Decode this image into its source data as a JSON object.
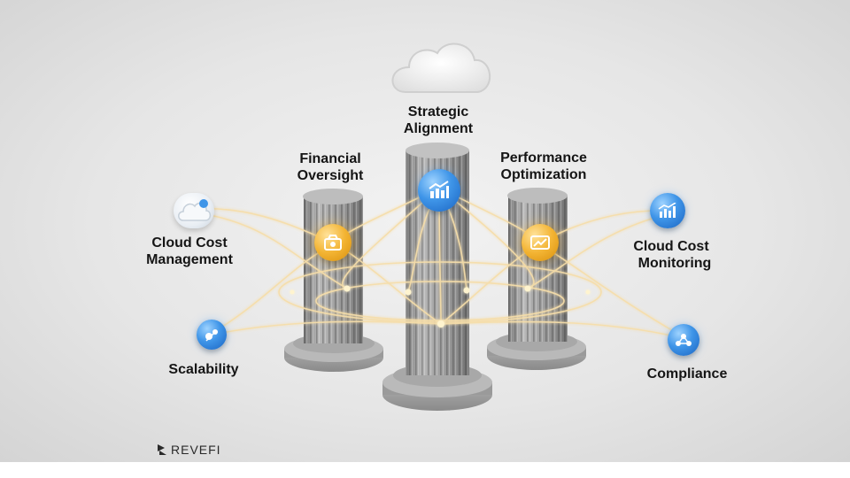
{
  "diagram": {
    "top_node": {
      "label_line1": "Strategic",
      "label_line2": "Alignment",
      "icon": "chart-icon"
    },
    "left_pillar": {
      "label_line1": "Financial",
      "label_line2": "Oversight",
      "icon": "coins-icon"
    },
    "right_pillar": {
      "label_line1": "Performance",
      "label_line2": "Optimization",
      "icon": "trend-icon"
    },
    "outer_nodes": [
      {
        "label_line1": "Cloud Cost",
        "label_line2": "Management",
        "icon": "cloud-icon"
      },
      {
        "label_line1": "Scalability",
        "label_line2": "",
        "icon": "scale-icon"
      },
      {
        "label_line1": "Cloud Cost",
        "label_line2": "Monitoring",
        "icon": "bar-chart-icon"
      },
      {
        "label_line1": "Compliance",
        "label_line2": "",
        "icon": "network-icon"
      }
    ]
  },
  "brand": {
    "name": "REVEFI",
    "icon": "revefi-logo-icon"
  },
  "colors": {
    "blue_node": "#3f95e8",
    "gold_node": "#f3b433",
    "glow_line": "#f6deaa",
    "pillar": "#9c9c9c"
  }
}
